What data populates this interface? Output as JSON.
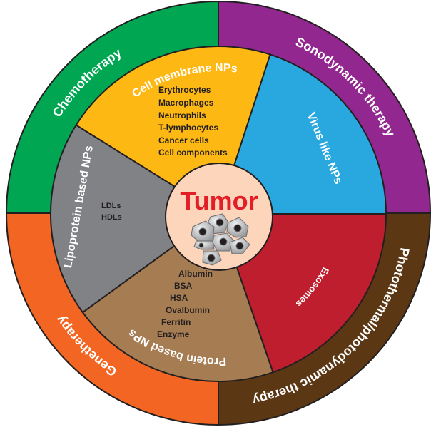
{
  "outer_ring": [
    {
      "label": "Chemotherapy",
      "color": "#00a651"
    },
    {
      "label": "Sonodynamic therapy",
      "color": "#92278f"
    },
    {
      "label": "Photothermal/photodynamic therapy",
      "color": "#5b3714"
    },
    {
      "label": "Genetherapy",
      "color": "#f26522"
    }
  ],
  "inner_segments": {
    "cell_membrane": {
      "label": "Cell membrane NPs",
      "color": "#fdb813",
      "items": [
        "Erythrocytes",
        "Macrophages",
        "Neutrophils",
        "T-lymphocytes",
        "Cancer cells",
        "Cell components"
      ]
    },
    "virus_like": {
      "label": "Virus like NPs",
      "color": "#29a8e0"
    },
    "exosomes": {
      "label": "Exosomes",
      "color": "#be1e2d"
    },
    "protein": {
      "label": "Protein based NPs",
      "color": "#a67c52",
      "items": [
        "Albumin",
        "BSA",
        "HSA",
        "Ovalbumin",
        "Ferritin",
        "Enzyme"
      ]
    },
    "lipoprotein": {
      "label": "Lipoprotein based NPs",
      "color": "#808285",
      "items": [
        "LDLs",
        "HDLs"
      ]
    }
  },
  "center": {
    "label": "Tumor",
    "color": "#fcd5bb",
    "text_color": "#e41e26"
  }
}
